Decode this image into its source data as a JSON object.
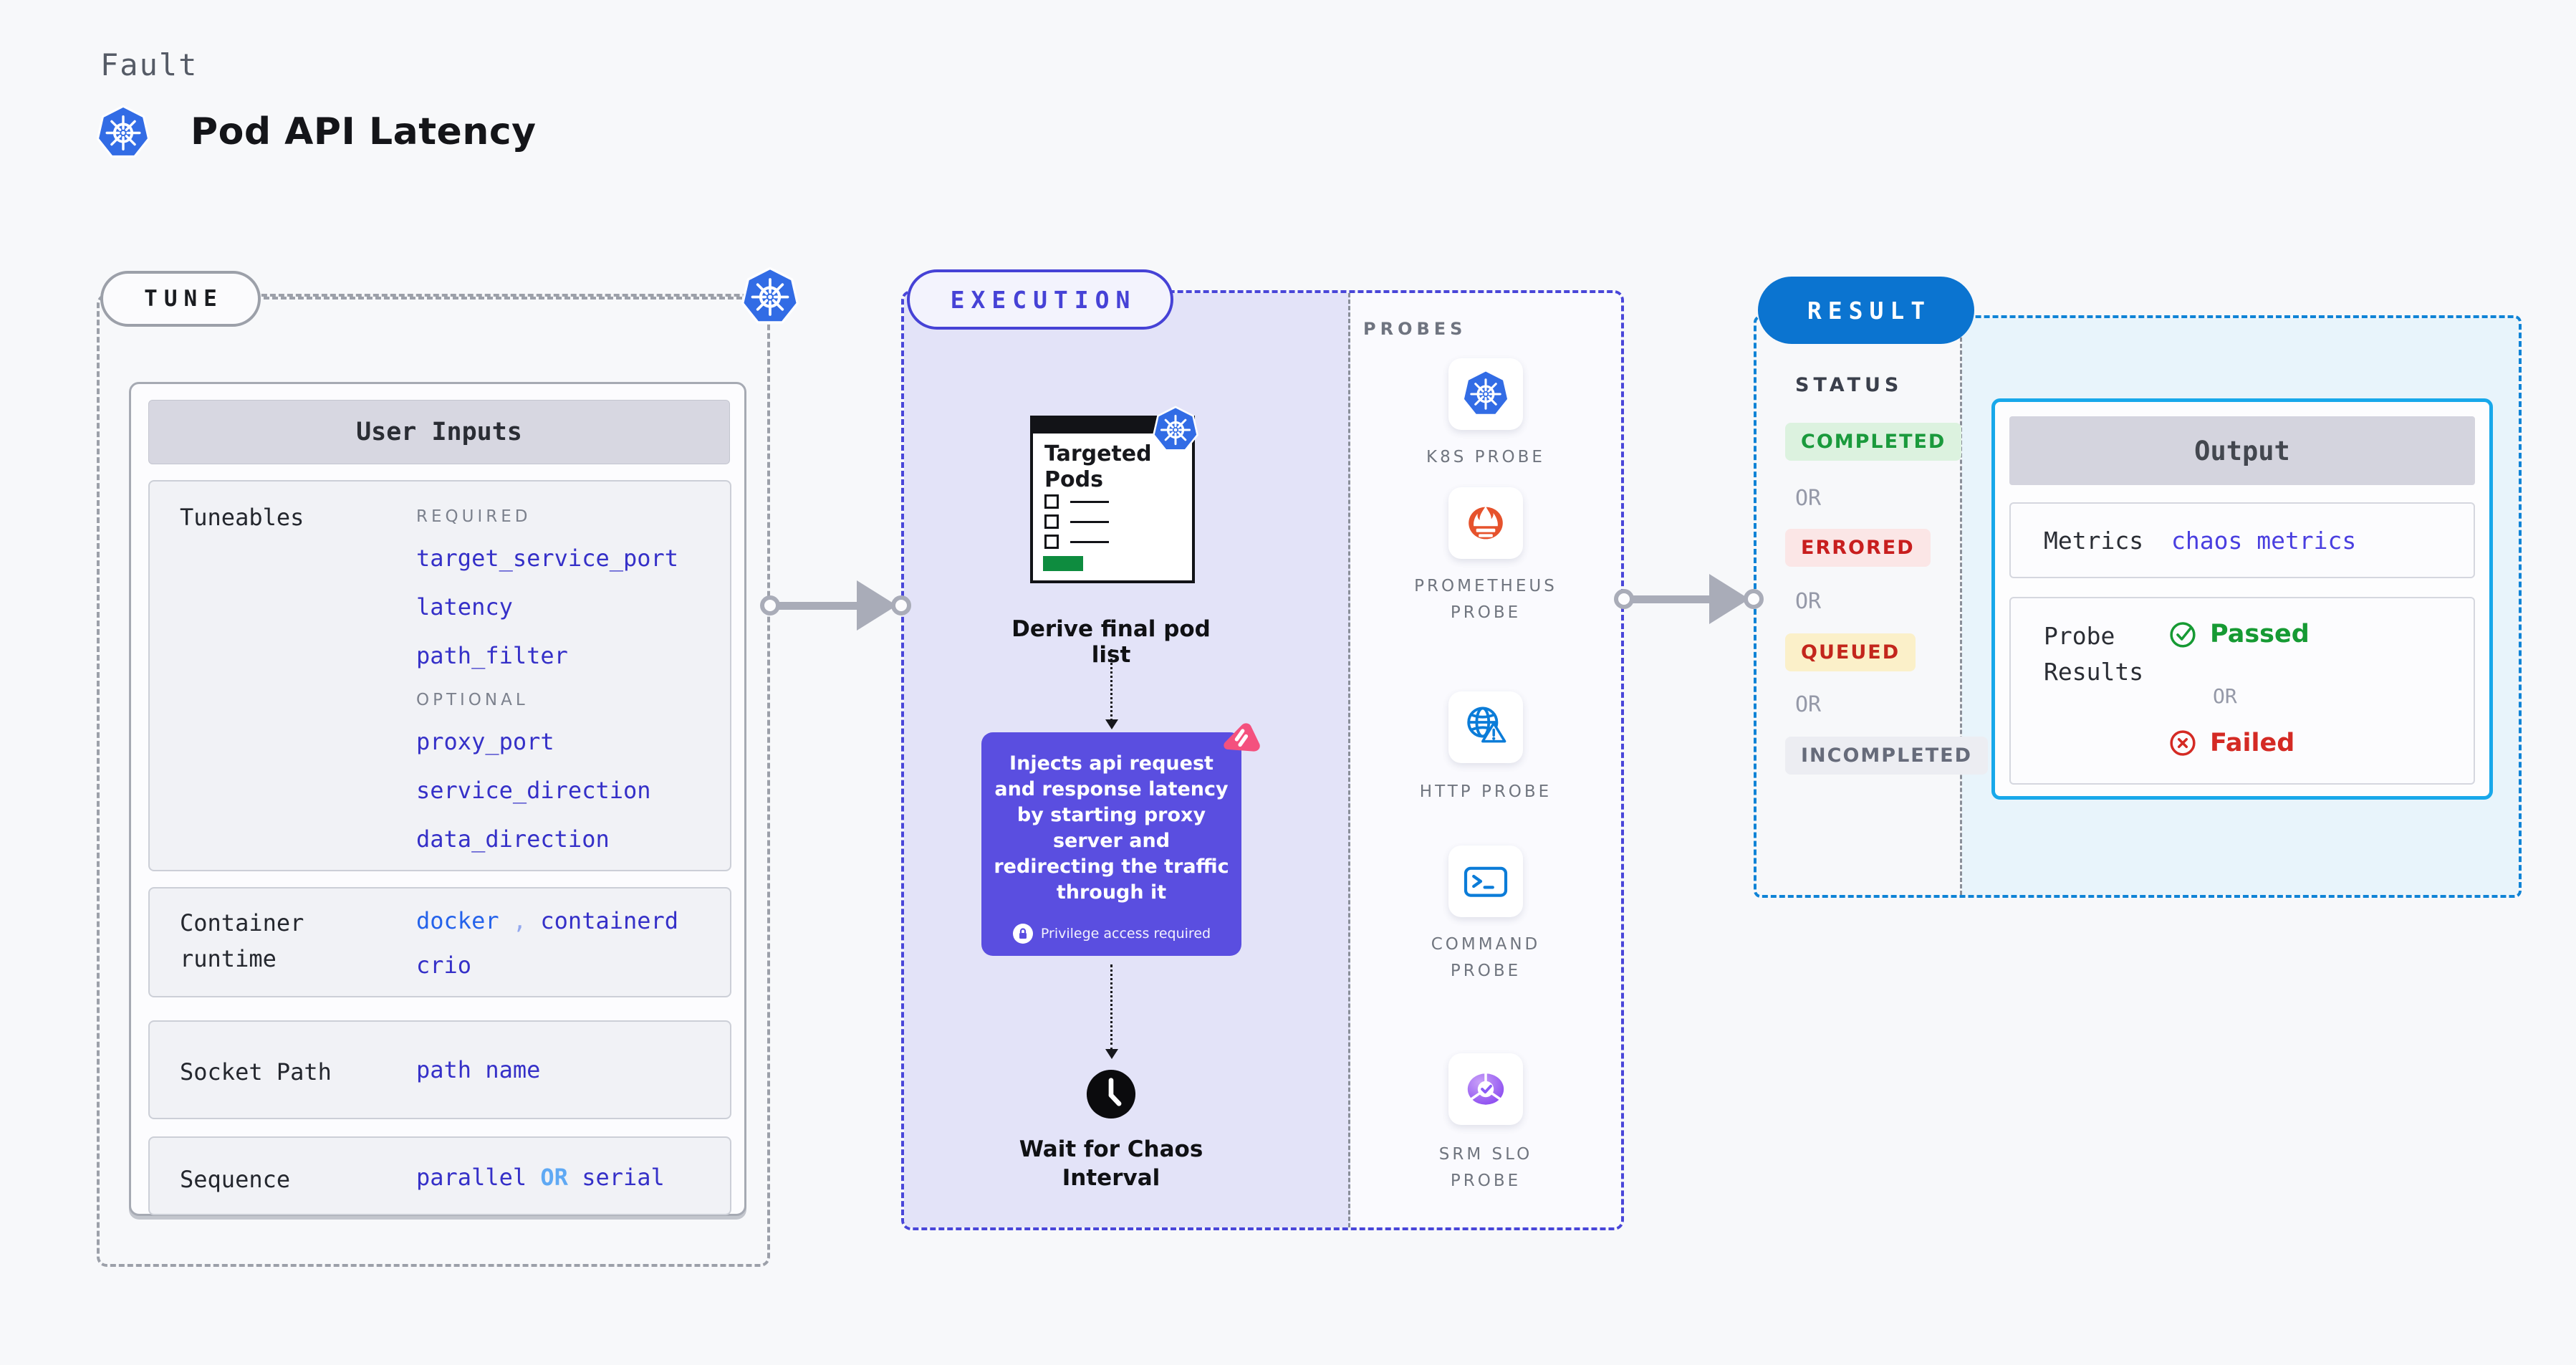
{
  "header": {
    "kicker": "Fault",
    "title": "Pod API Latency",
    "icon": "kubernetes-icon"
  },
  "tune": {
    "pill_label": "TUNE",
    "user_inputs": {
      "header": "User Inputs",
      "tuneables": {
        "label": "Tuneables",
        "required_label": "REQUIRED",
        "required": [
          "target_service_port",
          "latency",
          "path_filter"
        ],
        "optional_label": "OPTIONAL",
        "optional": [
          "proxy_port",
          "service_direction",
          "data_direction"
        ]
      },
      "container_runtime": {
        "label": "Container runtime",
        "value_1": "docker",
        "separator": ",",
        "value_2": "containerd",
        "value_3": "crio"
      },
      "socket_path": {
        "label": "Socket Path",
        "value": "path name"
      },
      "sequence": {
        "label": "Sequence",
        "value_1": "parallel",
        "or": "OR",
        "value_2": "serial"
      }
    }
  },
  "execution": {
    "pill_label": "EXECUTION",
    "targeted_pods_title": "Targeted Pods",
    "derive_label": "Derive final pod list",
    "inject_description": "Injects api request and response latency by starting proxy server and redirecting the traffic through it",
    "privilege_note": "Privilege access required",
    "wait_label": "Wait for Chaos Interval"
  },
  "probes": {
    "title": "PROBES",
    "items": [
      {
        "label": "K8S PROBE",
        "icon": "kubernetes-icon"
      },
      {
        "label": "PROMETHEUS PROBE",
        "icon": "prometheus-icon"
      },
      {
        "label": "HTTP PROBE",
        "icon": "globe-warning-icon"
      },
      {
        "label": "COMMAND PROBE",
        "icon": "terminal-icon"
      },
      {
        "label": "SRM SLO PROBE",
        "icon": "slo-donut-icon"
      }
    ]
  },
  "result": {
    "pill_label": "RESULT",
    "status_label": "STATUS",
    "or_label": "OR",
    "statuses": [
      {
        "label": "COMPLETED",
        "fg": "#1A9A3C",
        "bg": "#DCF2DF"
      },
      {
        "label": "ERRORED",
        "fg": "#C81E1E",
        "bg": "#FBE6E6"
      },
      {
        "label": "QUEUED",
        "fg": "#C3261C",
        "bg": "#FBF0C9"
      },
      {
        "label": "INCOMPLETED",
        "fg": "#666B7A",
        "bg": "#ECEDF2"
      }
    ],
    "output": {
      "header": "Output",
      "metrics_label": "Metrics",
      "metrics_value": "chaos metrics",
      "probe_results_label": "Probe Results",
      "passed_label": "Passed",
      "or_label": "OR",
      "failed_label": "Failed"
    }
  },
  "colors": {
    "page_background": "#F7F8FA",
    "tune_dash_gray": "#9CA0A9",
    "execution_indigo": "#4642D6",
    "execution_fill_lavender": "#E3E3F8",
    "inject_box_purple": "#5A4EE0",
    "pink_logo": "#F4517E",
    "result_blue": "#0F83D6",
    "result_fill_lightblue": "#E8F4FB",
    "output_border_cyan": "#18A8EA",
    "value_indigo": "#3530C8",
    "docker_blue": "#2563EB",
    "or_lightblue": "#5FA9F4",
    "passed_green": "#169A33",
    "failed_red": "#D42A24",
    "kubernetes_blue": "#326CE5",
    "prometheus_orange": "#E6522C",
    "probe_icon_blue": "#0B7CD8",
    "slo_purple": "#8B5CF6",
    "arrow_gray": "#A9ACB8",
    "targeted_pods_green": "#0E8C3F"
  }
}
